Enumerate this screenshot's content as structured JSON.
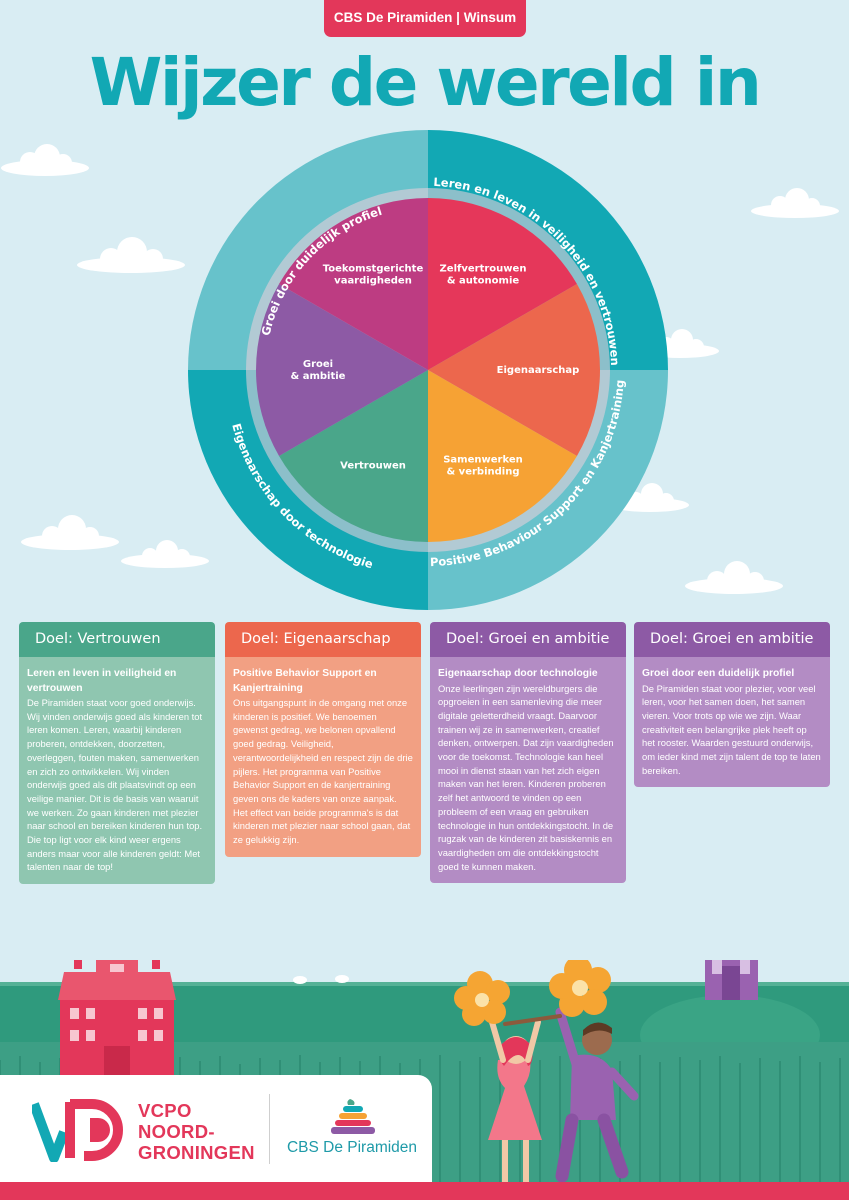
{
  "header": {
    "badge": "CBS De Piramiden | Winsum",
    "title": "Wijzer de wereld in"
  },
  "wheel": {
    "outer_ring": [
      "Groei door duidelijk profiel",
      "Leren en leven in veiligheid en vertrouwen",
      "Positive Behaviour Support en Kanjertraining",
      "Eigenaarschap door technologie"
    ],
    "segments": [
      {
        "line1": "Zelfvertrouwen",
        "line2": "& autonomie",
        "color": "#e5375a"
      },
      {
        "line1": "Eigenaarschap",
        "line2": "",
        "color": "#ec674d"
      },
      {
        "line1": "Samenwerken",
        "line2": "& verbinding",
        "color": "#f6a234"
      },
      {
        "line1": "Vertrouwen",
        "line2": "",
        "color": "#4aa68a"
      },
      {
        "line1": "Groei",
        "line2": "& ambitie",
        "color": "#8d5aa5"
      },
      {
        "line1": "Toekomstgerichte",
        "line2": "vaardigheden",
        "color": "#bd3c82"
      }
    ]
  },
  "cards": [
    {
      "head": "Doel: Vertrouwen",
      "head_color": "#4aa68a",
      "body_color": "#8fc6b0",
      "subtitle": "Leren en leven in veiligheid en vertrouwen",
      "text": "De Piramiden staat voor goed onderwijs. Wij vinden onderwijs goed als kinderen tot leren komen. Leren, waarbij kinderen proberen, ontdekken, doorzetten, overleggen, fouten maken, samenwerken en zich zo ontwikkelen. Wij vinden onderwijs goed als dit plaatsvindt op een veilige manier. Dit is de basis van waaruit we werken. Zo gaan kinderen met plezier naar school en bereiken kinderen hun top. Die top ligt voor elk kind weer ergens anders maar voor alle kinderen geldt: Met talenten naar de top!"
    },
    {
      "head": "Doel: Eigenaarschap",
      "head_color": "#ec674d",
      "body_color": "#f2a083",
      "subtitle": "Positive Behavior Support en Kanjertraining",
      "text": "Ons uitgangspunt in de omgang met onze kinderen is positief. We benoemen gewenst gedrag, we belonen opvallend goed gedrag. Veiligheid, verantwoordelijkheid en respect zijn de drie pijlers. Het programma van Positive Behavior Support en de kanjertraining geven ons de kaders van onze aanpak. Het effect van beide programma's is dat kinderen met plezier naar school gaan, dat ze gelukkig zijn."
    },
    {
      "head": "Doel: Groei en ambitie",
      "head_color": "#8d5aa5",
      "body_color": "#b38cc4",
      "subtitle": "Eigenaarschap door technologie",
      "text": "Onze leerlingen zijn wereldburgers die opgroeien in een samenleving die meer digitale geletterdheid vraagt. Daarvoor trainen wij ze in samenwerken, creatief denken, ontwerpen. Dat zijn vaardigheden voor de toekomst. Technologie kan heel mooi in dienst staan van het zich eigen maken van het leren. Kinderen proberen zelf het antwoord te vinden op een probleem of een vraag en gebruiken technologie in hun ontdekkingstocht. In de rugzak van de kinderen zit basiskennis en vaardigheden om die ontdekkingstocht goed te kunnen maken."
    },
    {
      "head": "Doel: Groei en ambitie",
      "head_color": "#8d5aa5",
      "body_color": "#b38cc4",
      "subtitle": "Groei door een duidelijk profiel",
      "text": "De Piramiden staat voor plezier, voor veel leren, voor het samen doen, het samen vieren. Voor trots op wie we zijn. Waar creativiteit een belangrijke plek heeft op het rooster. Waarden gestuurd onderwijs, om ieder kind met zijn talent de top te laten bereiken."
    }
  ],
  "footer": {
    "vcpo_lines": [
      "VCPO",
      "NOORD-",
      "GRONINGEN"
    ],
    "school_name": "CBS De Piramiden"
  },
  "colors": {
    "teal": "#12a8b4",
    "teal_light": "#67c2cb",
    "brand_red": "#e3375a",
    "sky": "#d9edf3"
  },
  "icons": [
    "cloud-icon",
    "vcpo-logo-icon",
    "piramiden-logo-icon",
    "house-icon",
    "church-icon",
    "flower-icon",
    "sheep-icon"
  ]
}
